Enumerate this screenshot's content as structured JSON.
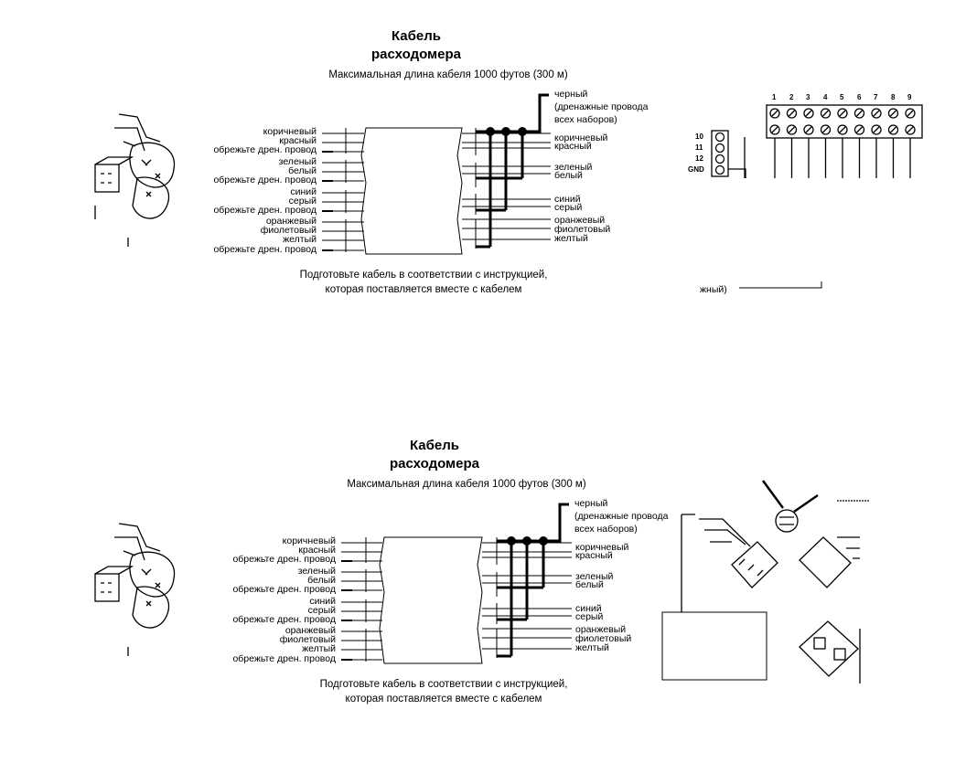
{
  "panels": [
    {
      "title_line1": "Кабель",
      "title_line2": "расходомера",
      "subtitle": "Максимальная длина кабеля 1000 футов (300 м)",
      "left_labels": [
        "коричневый",
        "красный",
        "обрежьте дрен. провод",
        "зеленый",
        "белый",
        "обрежьте дрен. провод",
        "синий",
        "серый",
        "обрежьте дрен. провод",
        "оранжевый",
        "фиолетовый",
        "желтый",
        "обрежьте дрен. провод"
      ],
      "right_labels": [
        "коричневый",
        "красный",
        "зеленый",
        "белый",
        "синий",
        "серый",
        "оранжевый",
        "фиолетовый",
        "желтый"
      ],
      "drain_label": [
        "черный",
        "(дренажные провода",
        "всех наборов)"
      ],
      "note_line1": "Подготовьте кабель в соответствии с инструкцией,",
      "note_line2": "которая поставляется вместе с кабелем"
    },
    {
      "title_line1": "Кабель",
      "title_line2": "расходомера",
      "subtitle": "Максимальная длина кабеля 1000 футов (300 м)",
      "left_labels": [
        "коричневый",
        "красный",
        "обрежьте дрен. провод",
        "зеленый",
        "белый",
        "обрежьте дрен. провод",
        "синий",
        "серый",
        "обрежьте дрен. провод",
        "оранжевый",
        "фиолетовый",
        "желтый",
        "обрежьте дрен. провод"
      ],
      "right_labels": [
        "коричневый",
        "красный",
        "зеленый",
        "белый",
        "синий",
        "серый",
        "оранжевый",
        "фиолетовый",
        "желтый"
      ],
      "drain_label": [
        "черный",
        "(дренажные провода",
        "всех наборов)"
      ],
      "note_line1": "Подготовьте кабель в соответствии с инструкцией,",
      "note_line2": "которая поставляется вместе с кабелем"
    }
  ],
  "terminal_block": {
    "numbers": [
      "1",
      "2",
      "3",
      "4",
      "5",
      "6",
      "7",
      "8",
      "9"
    ],
    "side_labels": [
      "10",
      "11",
      "12",
      "GND"
    ],
    "fragment_text": "жный)"
  }
}
